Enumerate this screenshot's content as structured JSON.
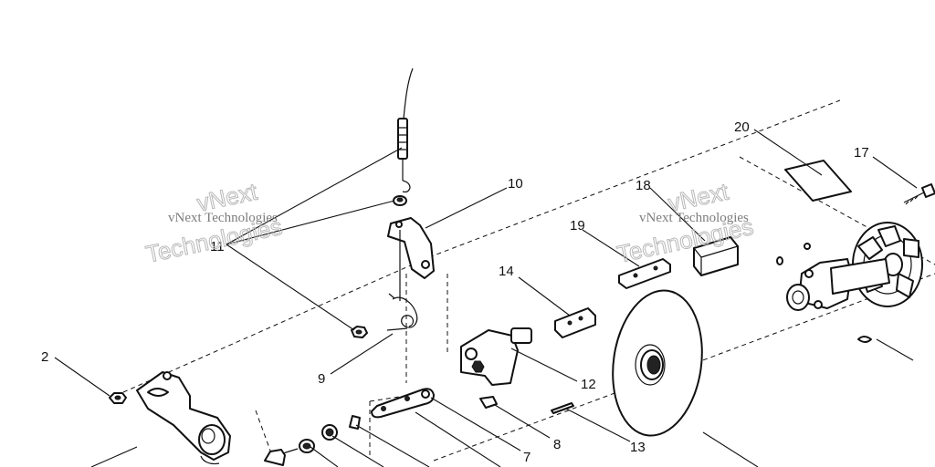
{
  "diagram": {
    "callouts": [
      "2",
      "7",
      "8",
      "9",
      "10",
      "11",
      "12",
      "13",
      "14",
      "17",
      "18",
      "19",
      "20"
    ],
    "watermark": {
      "line1": "vNext Technologies",
      "line2": "vNext",
      "line3": "Technologies"
    }
  }
}
